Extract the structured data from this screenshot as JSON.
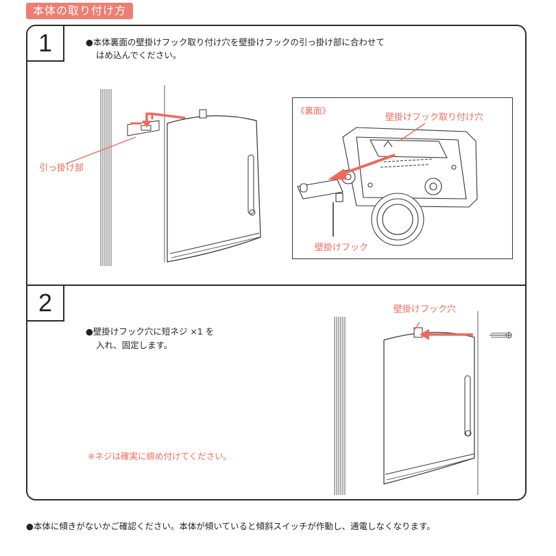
{
  "header": {
    "title": "本体の取り付け方"
  },
  "step1": {
    "number": "1",
    "line1": "●本体裏面の壁掛けフック取り付け穴を壁掛けフックの引っ掛け部に合わせて",
    "line2": "はめ込んでください。",
    "label_hook_part": "引っ掛け部",
    "inset": {
      "label_back": "《裏面》",
      "label_hole": "壁掛けフック取り付け穴",
      "label_hook": "壁掛けフック"
    }
  },
  "step2": {
    "number": "2",
    "line1": "●壁掛けフック穴に短ネジ ×1 を",
    "line2": "入れ、固定します。",
    "note": "※ネジは確実に締め付けてください。",
    "label_hole": "壁掛けフック穴"
  },
  "footer": {
    "note": "●本体に傾きがないかご確認ください。本体が傾いていると傾斜スイッチが作動し、通電しなくなります。"
  },
  "colors": {
    "accent": "#ee7e73",
    "accent_text": "#ee6a5c",
    "line": "#2a2a2a"
  }
}
